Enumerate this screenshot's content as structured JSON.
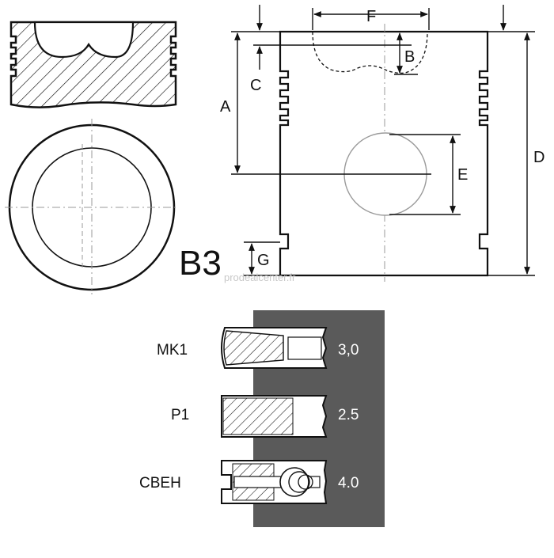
{
  "diagram": {
    "model_label": "B3",
    "dimension_labels": {
      "A": "A",
      "B": "B",
      "C": "C",
      "D": "D",
      "E": "E",
      "F": "F",
      "G": "G"
    },
    "watermark": "prodealcenter.fr",
    "rings": [
      {
        "name": "MK1",
        "value": "3,0"
      },
      {
        "name": "P1",
        "value": "2.5"
      },
      {
        "name": "CBEH",
        "value": "4.0"
      }
    ],
    "colors": {
      "ink": "#111111",
      "panel": "#5a5a5a",
      "guide": "#9a9a9a",
      "watermark": "#c8c8c8"
    }
  }
}
